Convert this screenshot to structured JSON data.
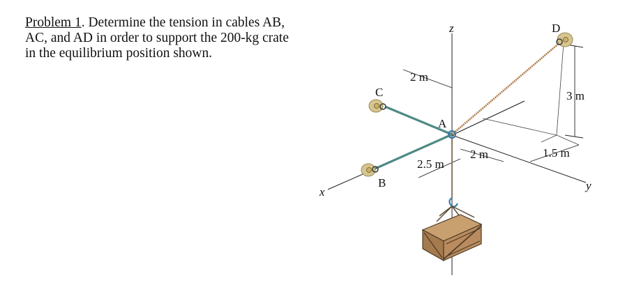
{
  "problem": {
    "heading": "Problem 1",
    "text_line1": ". Determine the tension in cables AB,",
    "text_line2": "AC, and AD in order to support the 200-kg crate",
    "text_line3": "in the equilibrium position shown."
  },
  "figure": {
    "labels": {
      "z": "z",
      "x": "x",
      "y": "y",
      "A": "A",
      "B": "B",
      "C": "C",
      "D": "D"
    },
    "dimensions": {
      "d_2m_top": "2 m",
      "d_3m": "3 m",
      "d_2_5m": "2.5 m",
      "d_2m_bottom": "2 m",
      "d_1_5m": "1.5 m"
    },
    "colors": {
      "cable": "#b07a45",
      "rod": "#4f8a85",
      "crate": "#b98b5e",
      "ring": "#c9b06a",
      "hook": "#3a7ea8"
    }
  }
}
